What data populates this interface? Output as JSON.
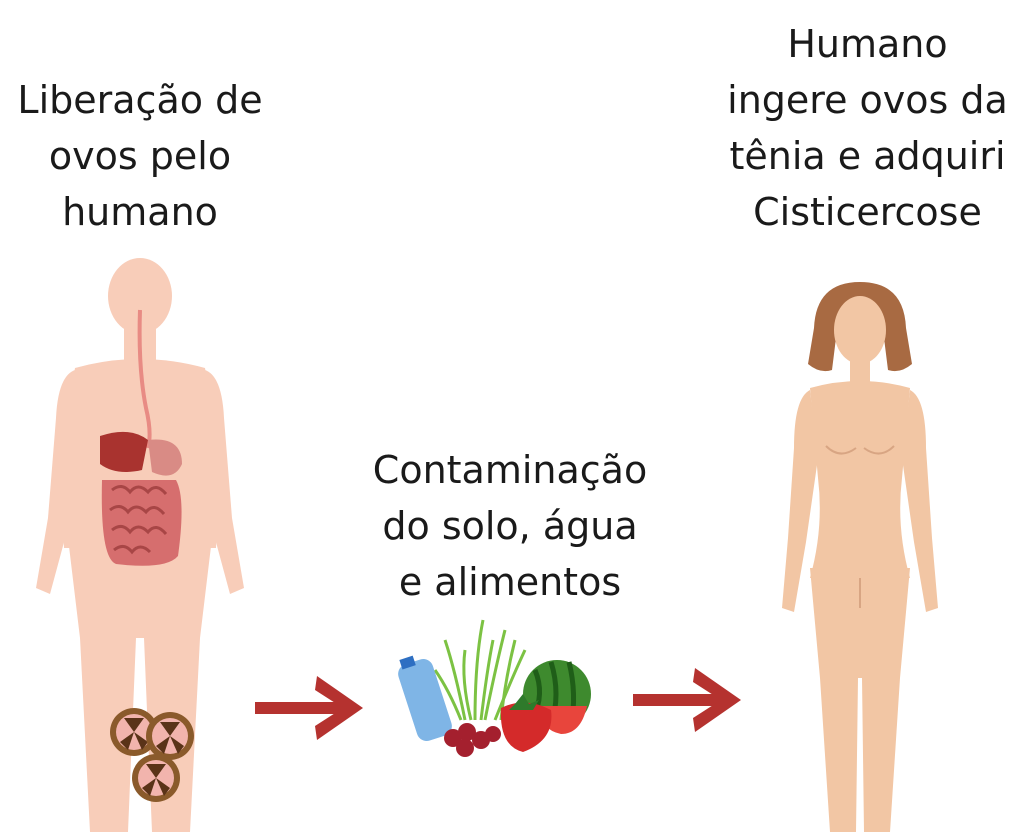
{
  "stages": {
    "left": {
      "lines": [
        "Liberação de",
        "ovos pelo",
        "humano"
      ],
      "figure": "human-body-with-digestive-organs"
    },
    "center": {
      "lines": [
        "Contaminação",
        "do solo, água",
        "e alimentos"
      ],
      "figure": "water-bottle-grass-fruits"
    },
    "right": {
      "lines": [
        "Humano",
        "ingere ovos da",
        "tênia e adquiri",
        "Cisticercose"
      ],
      "figure": "woman-figure"
    }
  },
  "arrows": [
    {
      "icon": "arrow-right-icon"
    },
    {
      "icon": "arrow-right-icon"
    }
  ],
  "colors": {
    "arrow": "#b5322f",
    "skin_light": "#f8cdb9",
    "skin": "#f2c6a4",
    "hair": "#a86a42",
    "organs": "#c85a5a",
    "text": "#1a1a1a"
  }
}
